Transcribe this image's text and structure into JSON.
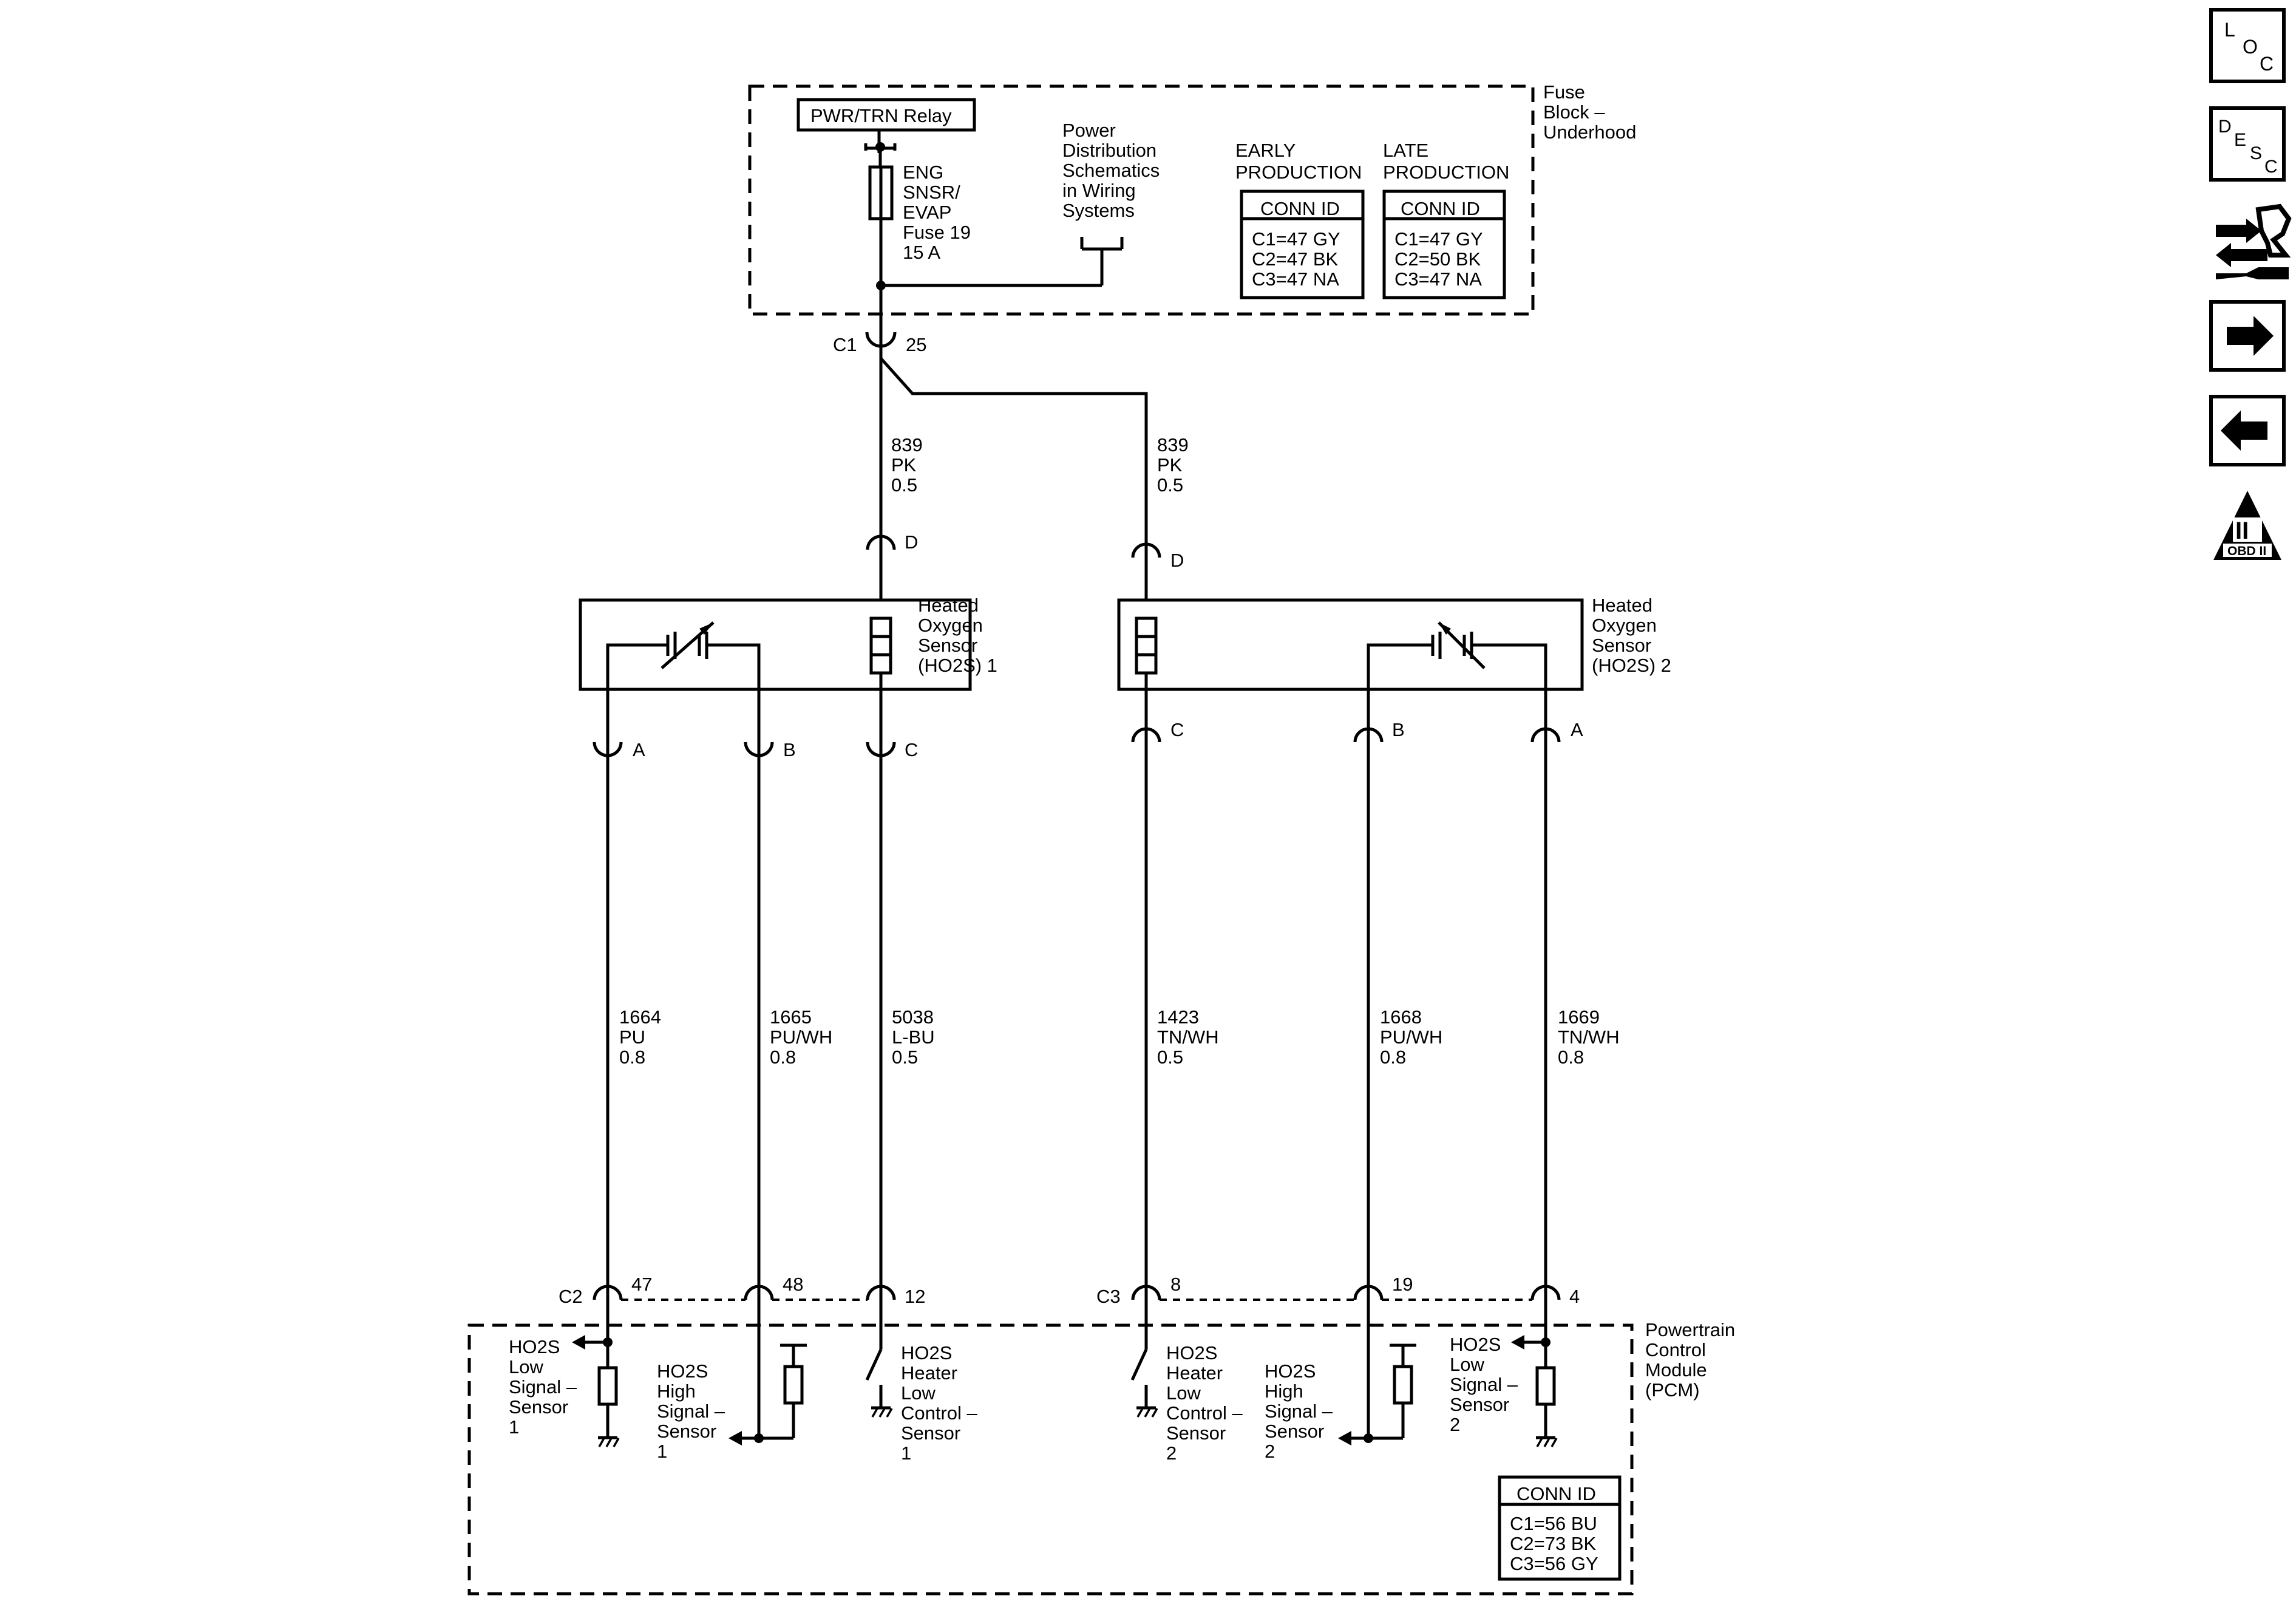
{
  "fuse_block": {
    "title": [
      "Fuse",
      "Block –",
      "Underhood"
    ],
    "relay": "PWR/TRN Relay",
    "fuse": [
      "ENG",
      "SNSR/",
      "EVAP",
      "Fuse 19",
      "15 A"
    ],
    "power_dist": [
      "Power",
      "Distribution",
      "Schematics",
      "in Wiring",
      "Systems"
    ],
    "early": {
      "heading": [
        "EARLY",
        "PRODUCTION"
      ],
      "table_title": "CONN ID",
      "rows": [
        "C1=47 GY",
        "C2=47 BK",
        "C3=47 NA"
      ]
    },
    "late": {
      "heading": [
        "LATE",
        "PRODUCTION"
      ],
      "table_title": "CONN ID",
      "rows": [
        "C1=47 GY",
        "C2=50 BK",
        "C3=47 NA"
      ]
    },
    "connector": "C1",
    "pin": "25"
  },
  "feed_wires": [
    {
      "lines": [
        "839",
        "PK",
        "0.5"
      ]
    },
    {
      "lines": [
        "839",
        "PK",
        "0.5"
      ]
    }
  ],
  "sensor1": {
    "title": [
      "Heated",
      "Oxygen",
      "Sensor",
      "(HO2S) 1"
    ],
    "pins": {
      "d": "D",
      "a": "A",
      "b": "B",
      "c": "C"
    }
  },
  "sensor2": {
    "title": [
      "Heated",
      "Oxygen",
      "Sensor",
      "(HO2S) 2"
    ],
    "pins": {
      "d": "D",
      "c": "C",
      "b": "B",
      "a": "A"
    }
  },
  "circuits": [
    {
      "lines": [
        "1664",
        "PU",
        "0.8"
      ]
    },
    {
      "lines": [
        "1665",
        "PU/WH",
        "0.8"
      ]
    },
    {
      "lines": [
        "5038",
        "L-BU",
        "0.5"
      ]
    },
    {
      "lines": [
        "1423",
        "TN/WH",
        "0.5"
      ]
    },
    {
      "lines": [
        "1668",
        "PU/WH",
        "0.8"
      ]
    },
    {
      "lines": [
        "1669",
        "TN/WH",
        "0.8"
      ]
    }
  ],
  "pcm_connectors": {
    "c2": "C2",
    "c2_pins": [
      "47",
      "48",
      "12"
    ],
    "c3": "C3",
    "c3_pins": [
      "8",
      "19",
      "4"
    ]
  },
  "pcm": {
    "title": [
      "Powertrain",
      "Control",
      "Module",
      "(PCM)"
    ],
    "labels": {
      "low1": [
        "HO2S",
        "Low",
        "Signal –",
        "Sensor",
        "1"
      ],
      "high1": [
        "HO2S",
        "High",
        "Signal –",
        "Sensor",
        "1"
      ],
      "heater1": [
        "HO2S",
        "Heater",
        "Low",
        "Control –",
        "Sensor",
        "1"
      ],
      "heater2": [
        "HO2S",
        "Heater",
        "Low",
        "Control –",
        "Sensor",
        "2"
      ],
      "high2": [
        "HO2S",
        "High",
        "Signal –",
        "Sensor",
        "2"
      ],
      "low2": [
        "HO2S",
        "Low",
        "Signal –",
        "Sensor",
        "2"
      ]
    },
    "conn_table": {
      "title": "CONN ID",
      "rows": [
        "C1=56 BU",
        "C2=73 BK",
        "C3=56 GY"
      ]
    }
  },
  "sidebar": {
    "loc": [
      "L",
      "O",
      "C"
    ],
    "desc": [
      "D",
      "E",
      "S",
      "C"
    ],
    "obd": [
      "II",
      "OBD II"
    ],
    "icons": [
      "location-icon",
      "description-icon",
      "connector-service-icon",
      "next-arrow-icon",
      "previous-arrow-icon",
      "obd-ii-icon"
    ]
  }
}
